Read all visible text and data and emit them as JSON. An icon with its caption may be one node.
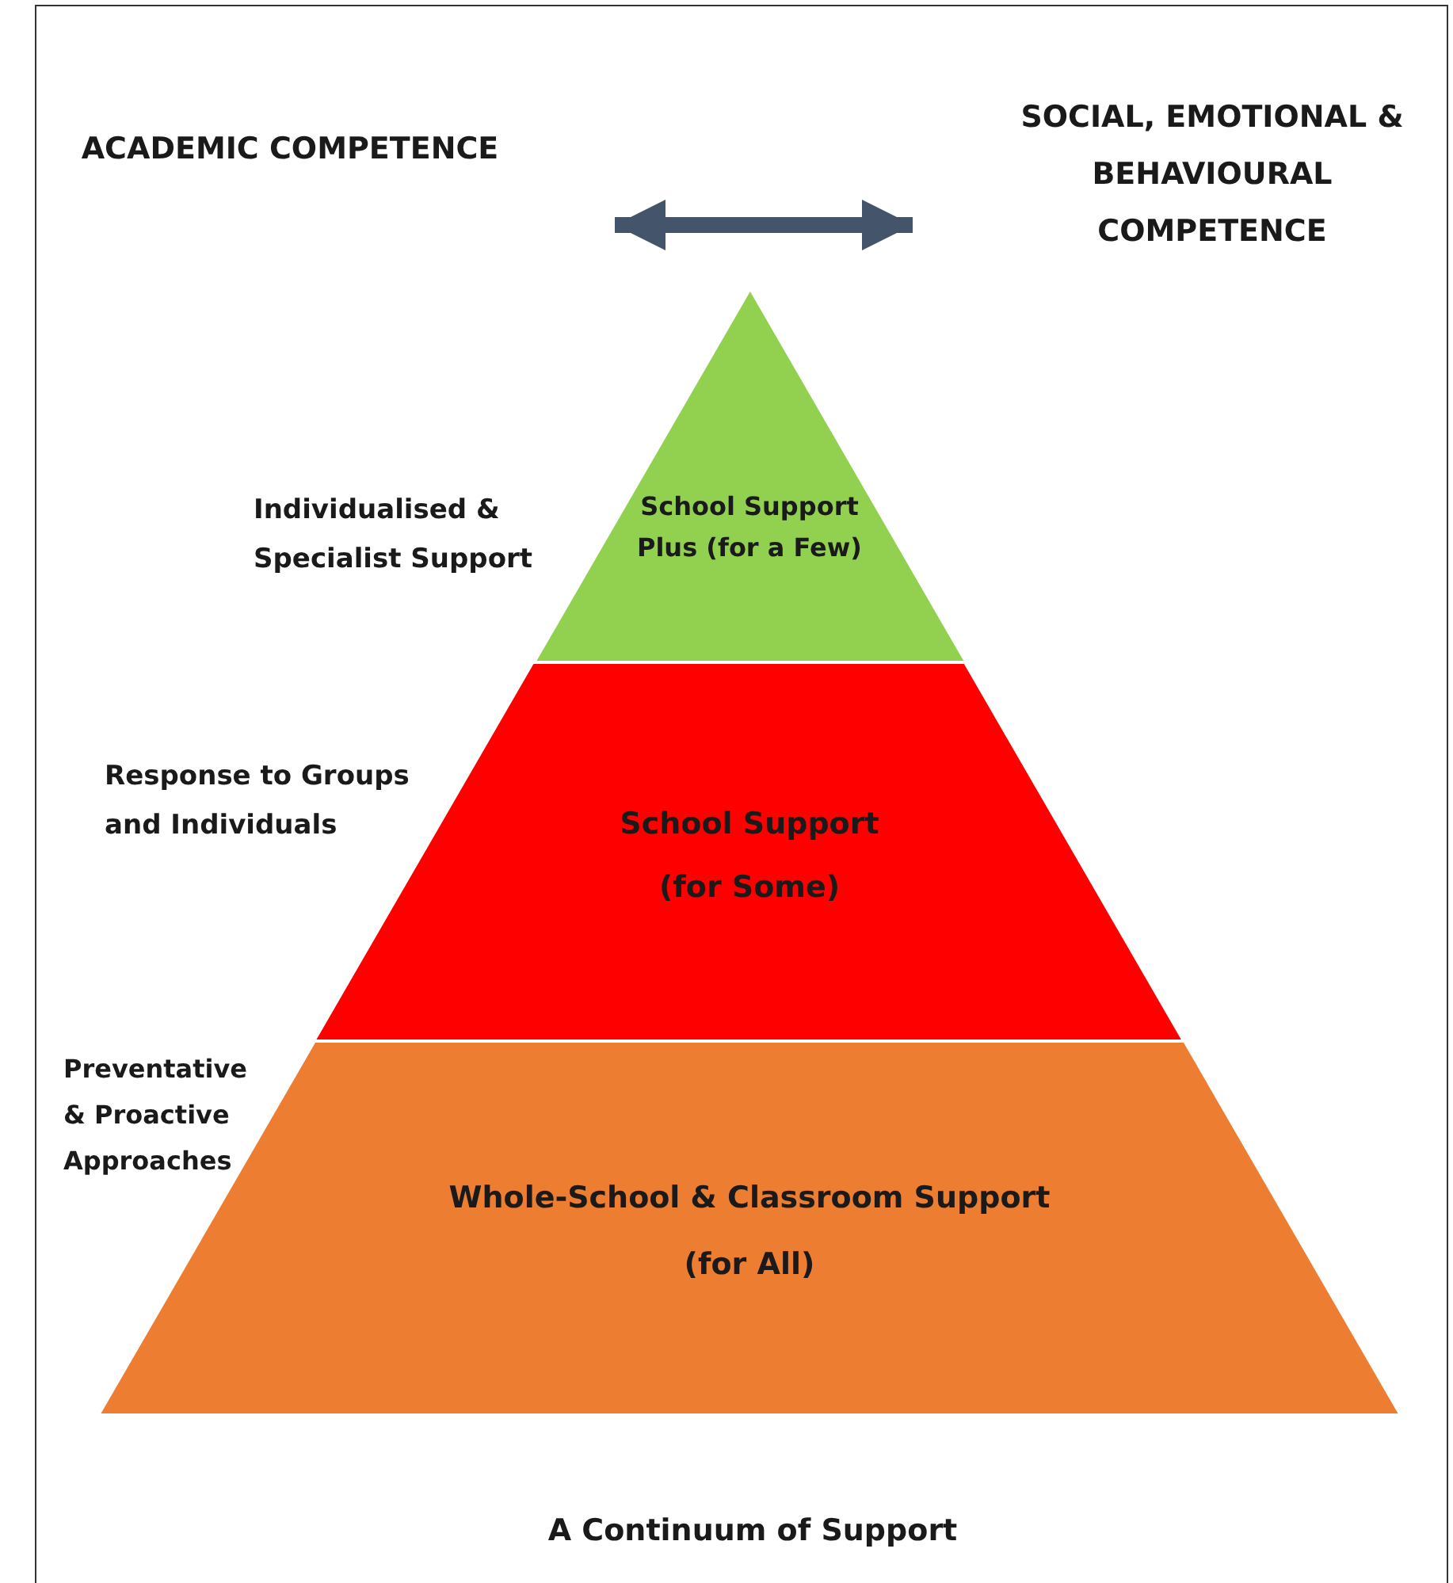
{
  "diagram": {
    "caption": "A Continuum of Support",
    "nodes": [
      {
        "text": [
          "ACADEMIC COMPETENCE"
        ]
      },
      {
        "text": [
          "SOCIAL, EMOTIONAL & BEHAVIOURAL COMPETENCE"
        ]
      },
      {
        "text": [
          "School Support Plus (for a Few)"
        ]
      },
      {
        "text": [
          "School Support",
          "(for Some)"
        ]
      },
      {
        "text": [
          "Whole-School & Classroom Support",
          "(for All)"
        ]
      }
    ],
    "edges": [
      {
        "from": 0,
        "to": 1,
        "arrow": "both"
      }
    ],
    "labels": [
      "Individualised & Specialist Support",
      "Response to Groups and Individuals",
      "Preventative & Proactive Approaches"
    ]
  }
}
